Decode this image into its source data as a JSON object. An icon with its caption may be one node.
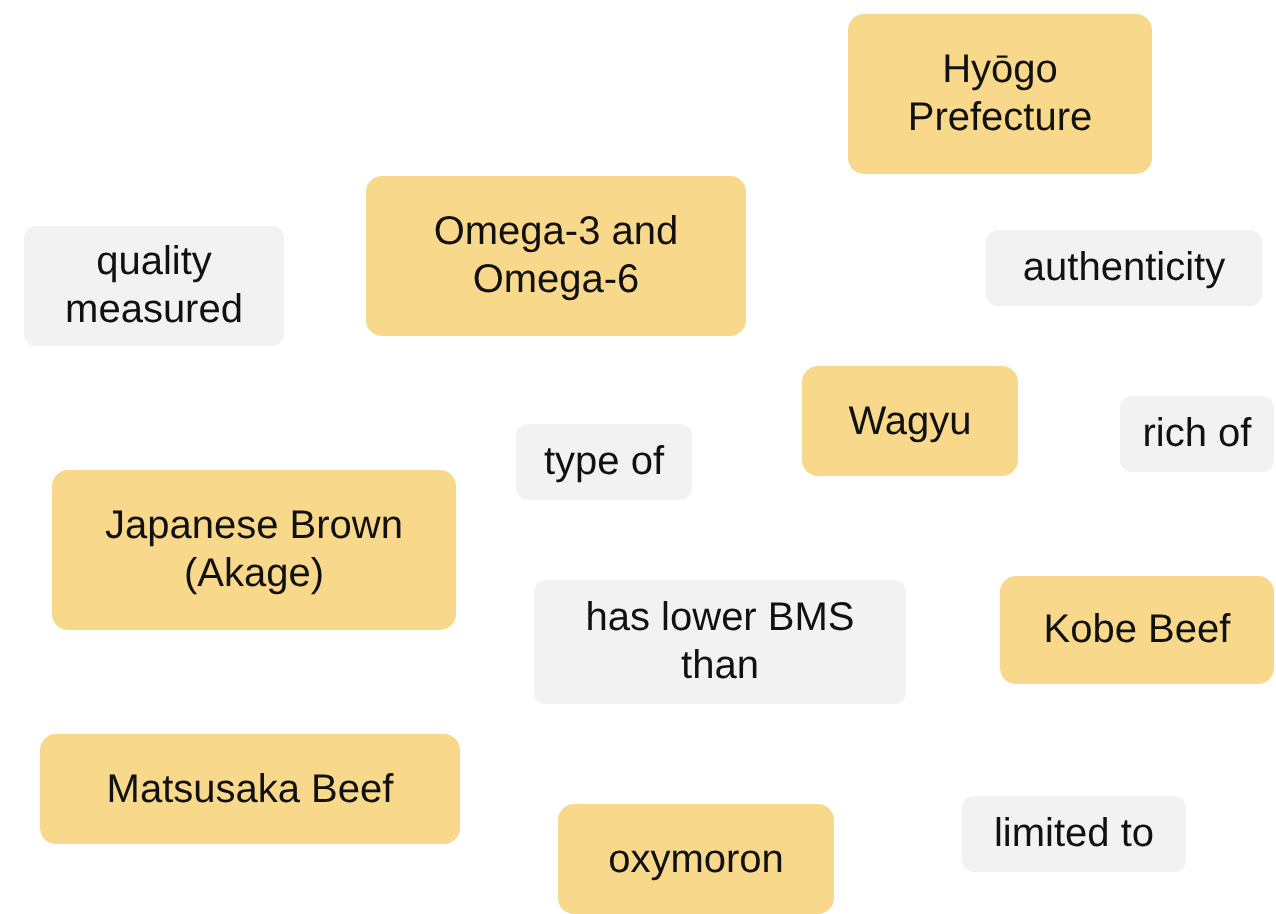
{
  "diagram": {
    "nodes": [
      {
        "text": [
          "Hyōgo Prefecture"
        ]
      },
      {
        "text": [
          "Omega-3 and Omega-6"
        ]
      },
      {
        "text": [
          "Wagyu"
        ]
      },
      {
        "text": [
          "Japanese Brown (Akage)"
        ]
      },
      {
        "text": [
          "Kobe Beef"
        ]
      },
      {
        "text": [
          "Matsusaka Beef"
        ]
      },
      {
        "text": [
          "oxymoron"
        ]
      }
    ],
    "labels": [
      "quality measured",
      "authenticity",
      "type of",
      "rich of",
      "has lower BMS than",
      "limited to"
    ]
  }
}
